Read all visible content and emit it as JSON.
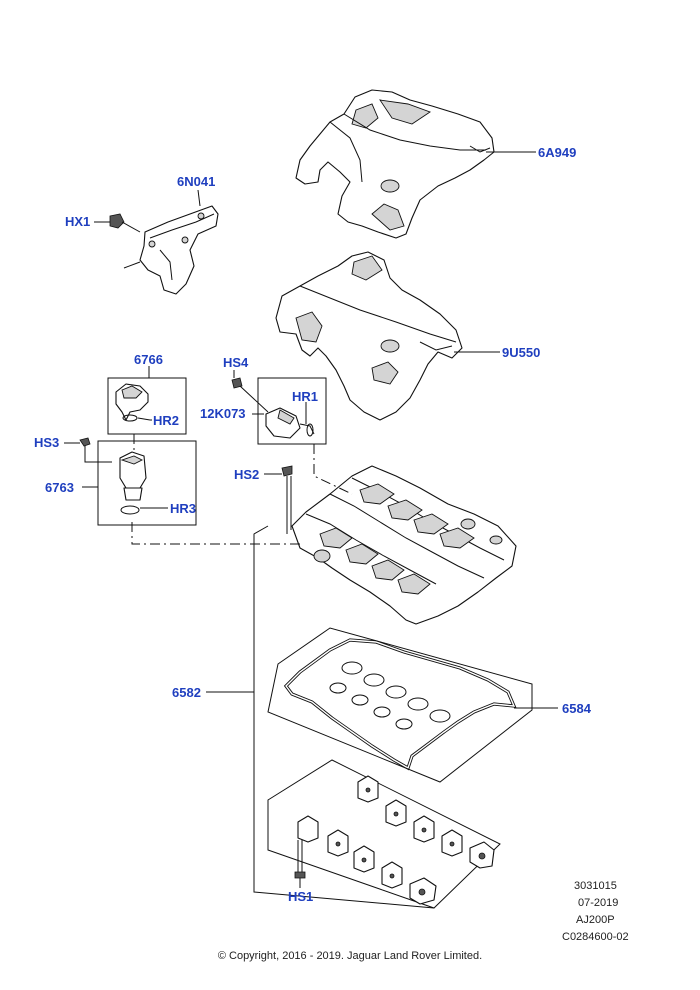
{
  "callouts": {
    "c6A949": "6A949",
    "c6N041": "6N041",
    "cHX1": "HX1",
    "c9U550": "9U550",
    "c6766": "6766",
    "cHS4": "HS4",
    "cHR1": "HR1",
    "c12K073": "12K073",
    "cHR2": "HR2",
    "cHS3": "HS3",
    "c6763": "6763",
    "cHS2": "HS2",
    "cHR3": "HR3",
    "c6582": "6582",
    "c6584": "6584",
    "cHS1": "HS1"
  },
  "meta": {
    "code1": "3031015",
    "date": "07-2019",
    "model": "AJ200P",
    "ref": "C0284600-02"
  },
  "copyright": "© Copyright, 2016 - 2019. Jaguar Land Rover Limited.",
  "colors": {
    "callout": "#1f3fbf",
    "line": "#111111"
  }
}
